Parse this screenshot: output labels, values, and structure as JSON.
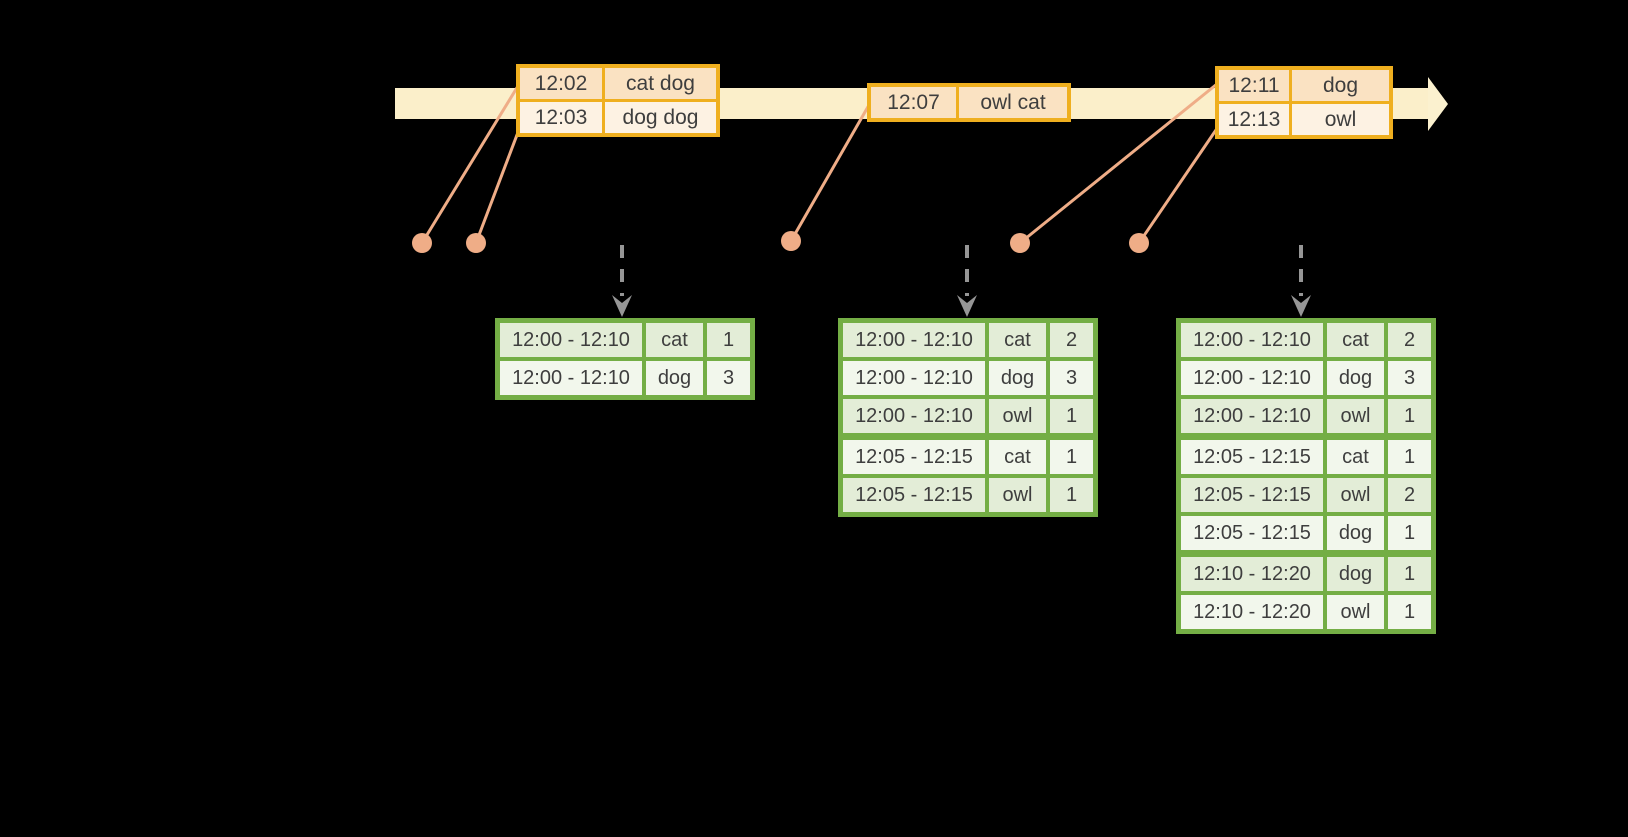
{
  "diagram": {
    "description": "Timeline of word events flowing into windowed word-count result tables",
    "colors": {
      "background": "#000000",
      "timeline_band": "#FBEFCA",
      "timeline_arrowhead": "#FBF1CF",
      "event_table_border": "#EFAF1F",
      "event_row_dark": "#FAE2C2",
      "event_row_light": "#FDF2E3",
      "connector": "#EFAD87",
      "trigger_arrow": "#969696",
      "result_table_border": "#74AE45",
      "result_row_dark": "#E3EDD7",
      "result_row_light": "#F2F7EC",
      "text": "#3E3E3E"
    }
  },
  "timeline": {
    "event_tables": [
      {
        "rows": [
          {
            "time": "12:02",
            "words": "cat dog"
          },
          {
            "time": "12:03",
            "words": "dog dog"
          }
        ]
      },
      {
        "rows": [
          {
            "time": "12:07",
            "words": "owl cat"
          }
        ]
      },
      {
        "rows": [
          {
            "time": "12:11",
            "words": "dog"
          },
          {
            "time": "12:13",
            "words": "owl"
          }
        ]
      }
    ]
  },
  "result_tables": [
    {
      "rows": [
        {
          "window": "12:00 - 12:10",
          "word": "cat",
          "count": 1
        },
        {
          "window": "12:00 - 12:10",
          "word": "dog",
          "count": 3
        }
      ]
    },
    {
      "rows": [
        {
          "window": "12:00 - 12:10",
          "word": "cat",
          "count": 2
        },
        {
          "window": "12:00 - 12:10",
          "word": "dog",
          "count": 3
        },
        {
          "window": "12:00 - 12:10",
          "word": "owl",
          "count": 1
        },
        {
          "window": "12:05 - 12:15",
          "word": "cat",
          "count": 1
        },
        {
          "window": "12:05 - 12:15",
          "word": "owl",
          "count": 1
        }
      ]
    },
    {
      "rows": [
        {
          "window": "12:00 - 12:10",
          "word": "cat",
          "count": 2
        },
        {
          "window": "12:00 - 12:10",
          "word": "dog",
          "count": 3
        },
        {
          "window": "12:00 - 12:10",
          "word": "owl",
          "count": 1
        },
        {
          "window": "12:05 - 12:15",
          "word": "cat",
          "count": 1
        },
        {
          "window": "12:05 - 12:15",
          "word": "owl",
          "count": 2
        },
        {
          "window": "12:05 - 12:15",
          "word": "dog",
          "count": 1
        },
        {
          "window": "12:10 - 12:20",
          "word": "dog",
          "count": 1
        },
        {
          "window": "12:10 - 12:20",
          "word": "owl",
          "count": 1
        }
      ]
    }
  ]
}
